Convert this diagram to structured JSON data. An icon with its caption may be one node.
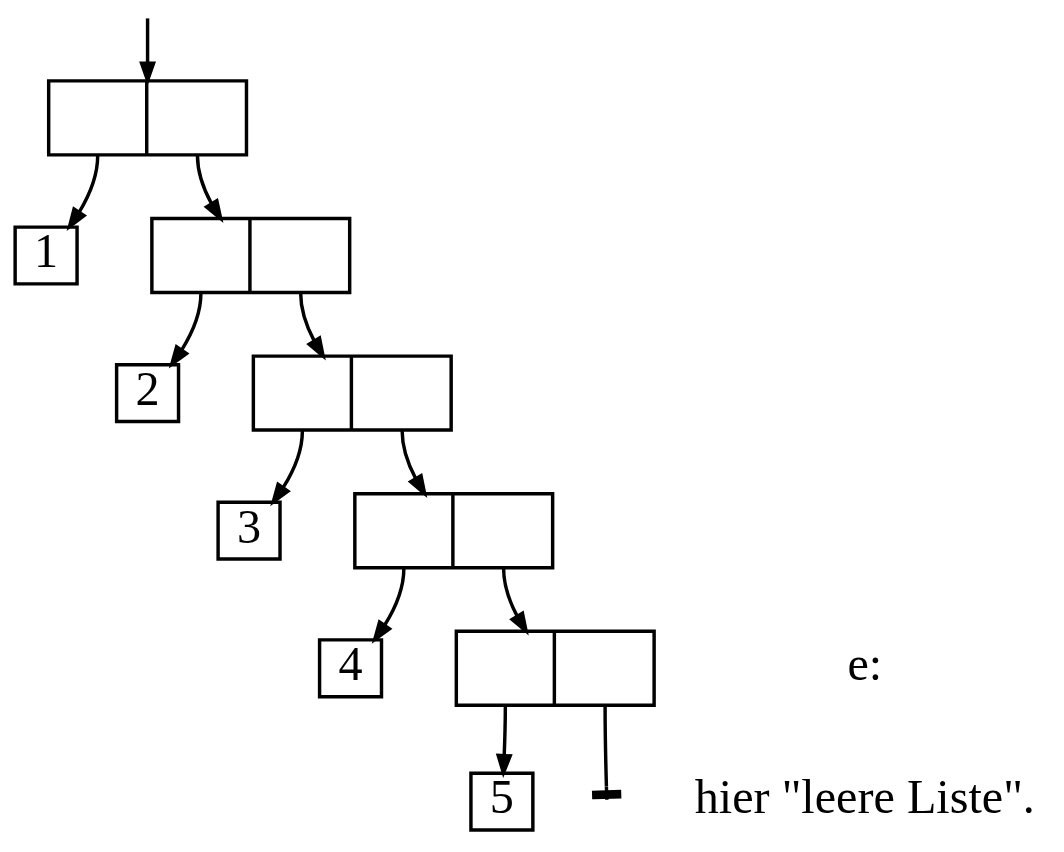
{
  "diagram": {
    "nodes": [
      {
        "text": [],
        "shape": "box"
      },
      {
        "text": [
          "1"
        ]
      },
      {
        "text": [],
        "shape": "box"
      },
      {
        "text": [
          "2"
        ]
      },
      {
        "text": [],
        "shape": "box"
      },
      {
        "text": [
          "3"
        ]
      },
      {
        "text": [],
        "shape": "box"
      },
      {
        "text": [
          "4"
        ]
      },
      {
        "text": [],
        "shape": "box"
      },
      {
        "text": [
          "5"
        ]
      }
    ],
    "edges": [
      {
        "from": null,
        "to": 0,
        "arrow": "to"
      },
      {
        "from": 0,
        "to": 1,
        "arrow": "to"
      },
      {
        "from": 0,
        "to": 2,
        "arrow": "to"
      },
      {
        "from": 2,
        "to": 3,
        "arrow": "to"
      },
      {
        "from": 2,
        "to": 4,
        "arrow": "to"
      },
      {
        "from": 4,
        "to": 5,
        "arrow": "to"
      },
      {
        "from": 4,
        "to": 6,
        "arrow": "to"
      },
      {
        "from": 6,
        "to": 7,
        "arrow": "to"
      },
      {
        "from": 6,
        "to": 8,
        "arrow": "to"
      },
      {
        "from": 8,
        "to": 9,
        "arrow": "to"
      },
      {
        "from": 8,
        "to": null,
        "arrow": "other"
      }
    ],
    "labels": [
      "e:",
      "hier \"leere Liste\"."
    ]
  }
}
